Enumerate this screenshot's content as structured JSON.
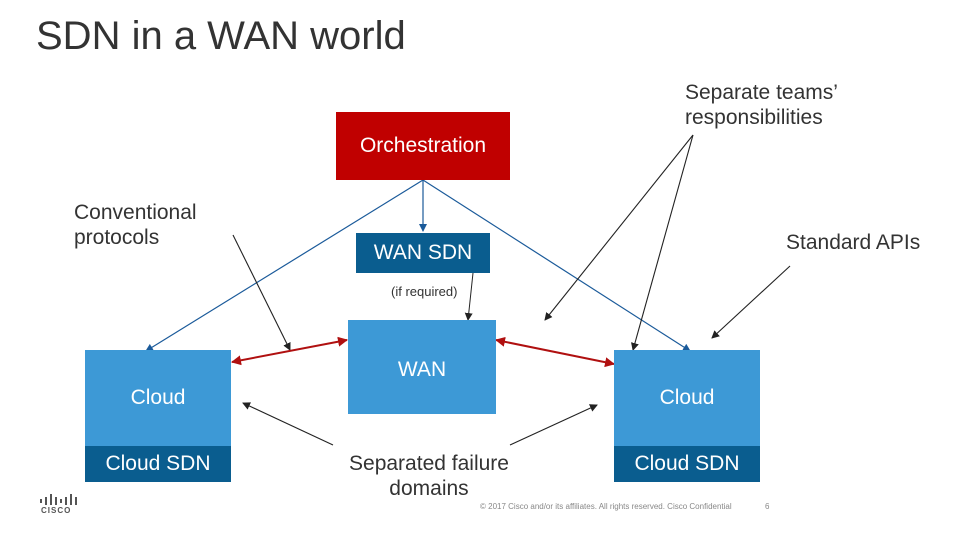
{
  "title": "SDN in a WAN world",
  "boxes": {
    "orchestration": "Orchestration",
    "wan_sdn": "WAN SDN",
    "wan": "WAN",
    "cloud_left": "Cloud",
    "cloud_right": "Cloud",
    "cloud_sdn_left": "Cloud SDN",
    "cloud_sdn_right": "Cloud SDN"
  },
  "labels": {
    "if_required": "(if required)",
    "conventional_line1": "Conventional",
    "conventional_line2": "protocols",
    "teams_line1": "Separate teams’",
    "teams_line2": "responsibilities",
    "standard_apis": "Standard APIs",
    "failure_line1": "Separated failure",
    "failure_line2": "domains"
  },
  "footer": {
    "copyright": "© 2017 Cisco and/or its affiliates. All rights reserved. Cisco Confidential",
    "page_number": "6",
    "logo_text": "CISCO"
  },
  "colors": {
    "orchestration": "#c00000",
    "dark_blue": "#0a5d8f",
    "light_blue": "#3d99d6",
    "red_arrow": "#b01010",
    "blue_arrow": "#1a5a9a"
  }
}
